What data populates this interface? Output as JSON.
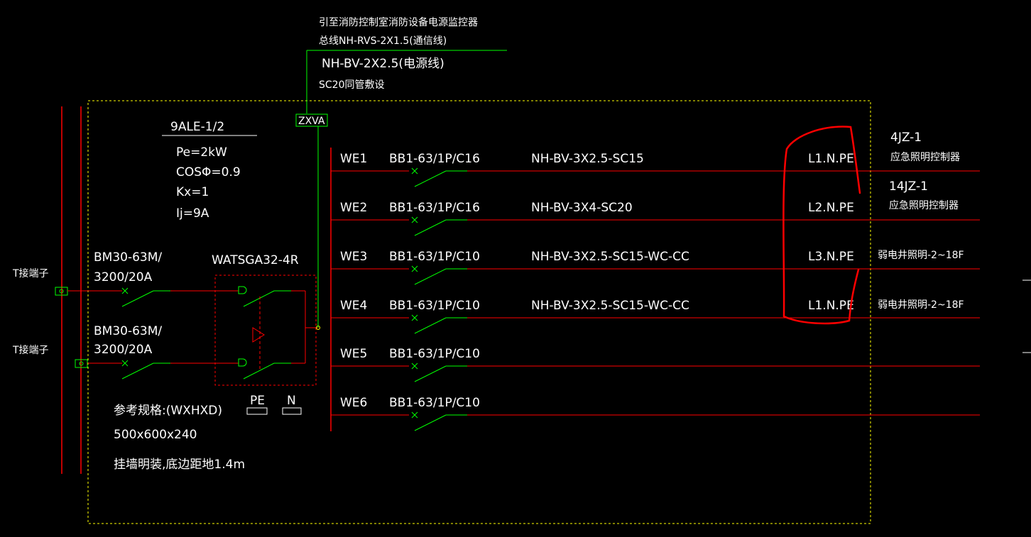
{
  "notes": {
    "fire_line1": "引至消防控制室消防设备电源监控器",
    "fire_line2": "总线NH-RVS-2X1.5(通信线)",
    "power_line": "NH-BV-2X2.5(电源线)",
    "conduit": "SC20同管敷设"
  },
  "monitor_label": "ZXVA",
  "panel": {
    "name": "9ALE-1/2",
    "pe": "Pe=2kW",
    "cos": "COSΦ=0.9",
    "kx": "Kx=1",
    "ij": "Ij=9A",
    "ref_spec_label": "参考规格:(WXHXD)",
    "ref_spec_value": "500x600x240",
    "install": "挂墙明装,底边距地1.4m"
  },
  "incoming": [
    {
      "terminal": "T接端子",
      "breaker": "BM30-63M/",
      "rating": "3200/20A"
    },
    {
      "terminal": "T接端子",
      "breaker": "BM30-63M/",
      "rating": "3200/20A"
    }
  ],
  "ats": {
    "model": "WATSGA32-4R"
  },
  "bars": {
    "pe": "PE",
    "n": "N"
  },
  "circuits": [
    {
      "id": "WE1",
      "breaker": "BB1-63/1P/C16",
      "cable": "NH-BV-3X2.5-SC15",
      "phase": "L1.N.PE"
    },
    {
      "id": "WE2",
      "breaker": "BB1-63/1P/C16",
      "cable": "NH-BV-3X4-SC20",
      "phase": "L2.N.PE"
    },
    {
      "id": "WE3",
      "breaker": "BB1-63/1P/C10",
      "cable": "NH-BV-3X2.5-SC15-WC-CC",
      "phase": "L3.N.PE"
    },
    {
      "id": "WE4",
      "breaker": "BB1-63/1P/C10",
      "cable": "NH-BV-3X2.5-SC15-WC-CC",
      "phase": "L1.N.PE"
    },
    {
      "id": "WE5",
      "breaker": "BB1-63/1P/C10",
      "cable": "",
      "phase": ""
    },
    {
      "id": "WE6",
      "breaker": "BB1-63/1P/C10",
      "cable": "",
      "phase": ""
    }
  ],
  "loads": [
    {
      "code": "4JZ-1",
      "desc": "应急照明控制器"
    },
    {
      "code": "14JZ-1",
      "desc": "应急照明控制器"
    },
    {
      "code": "",
      "desc": "弱电井照明-2~18F"
    },
    {
      "code": "",
      "desc": "弱电井照明-2~18F"
    }
  ],
  "colors": {
    "background": "#000000",
    "circuit_red": "#ff0000",
    "switch_green": "#00ff00",
    "frame_yellow": "#ffff00",
    "text_white": "#ffffff",
    "annotation_red": "#ff0000"
  }
}
